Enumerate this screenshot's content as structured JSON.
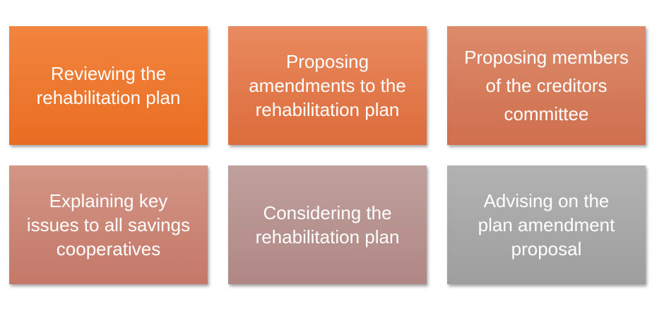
{
  "boxes": [
    {
      "lines": [
        "Reviewing the",
        "rehabilitation plan"
      ],
      "color": "#ee7a31"
    },
    {
      "lines": [
        "Proposing",
        "amendments to the",
        "rehabilitation plan"
      ],
      "color": "#e27b4c"
    },
    {
      "lines": [
        "Proposing members",
        "of the creditors",
        "committee"
      ],
      "color": "#d57d5c"
    },
    {
      "lines": [
        "Explaining key",
        "issues to all savings",
        "cooperatives"
      ],
      "color": "#cb8676"
    },
    {
      "lines": [
        "Considering the",
        "rehabilitation plan"
      ],
      "color": "#b89490"
    },
    {
      "lines": [
        "Advising on the",
        "plan amendment",
        "proposal"
      ],
      "color": "#a8a8a8"
    }
  ]
}
